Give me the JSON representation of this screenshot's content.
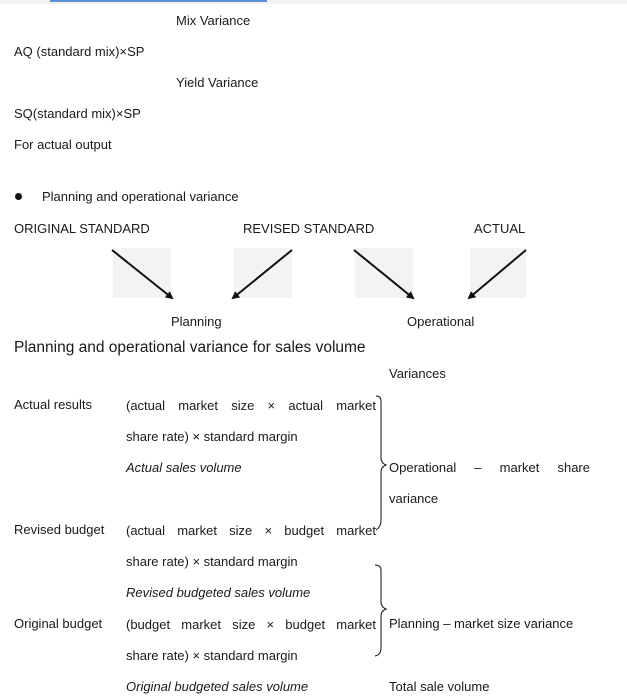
{
  "header": {
    "accent_color": "#5b8fd6"
  },
  "mix": {
    "mix_variance": "Mix Variance",
    "aq_line": "AQ (standard mix)×SP",
    "yield_variance": "Yield Variance",
    "sq_line": "SQ(standard mix)×SP",
    "for_actual": "For actual output"
  },
  "planning_section": {
    "bullet_text": "Planning and operational variance",
    "original_standard": "ORIGINAL STANDARD",
    "revised_standard": "REVISED STANDARD",
    "actual": "ACTUAL",
    "planning": "Planning",
    "operational": "Operational"
  },
  "sales_volume": {
    "heading": "Planning and operational variance for sales volume",
    "variances_header": "Variances",
    "rows": [
      {
        "label": "Actual results",
        "formula_1": "(actual market size × actual market",
        "formula_2": "share rate) × standard margin",
        "volume": "Actual sales volume"
      },
      {
        "label": "Revised budget",
        "formula_1": "(actual market size × budget market",
        "formula_2": "share rate) × standard margin",
        "volume": "Revised budgeted sales volume"
      },
      {
        "label": "Original budget",
        "formula_1": "(budget market size × budget market",
        "formula_2": "share rate) × standard margin",
        "volume": "Original budgeted sales volume"
      }
    ],
    "operational_variance_1": "Operational – market share",
    "operational_variance_2": "variance",
    "planning_variance": "Planning – market size variance",
    "total": "Total sale volume"
  }
}
